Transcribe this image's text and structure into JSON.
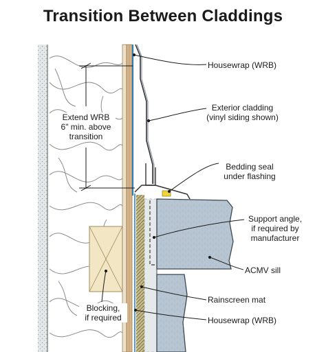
{
  "title": "Transition Between Claddings",
  "labels": {
    "housewrap_top": "Housewrap (WRB)",
    "exterior_cladding_1": "Exterior cladding",
    "exterior_cladding_2": "(vinyl siding shown)",
    "extend_wrb_1": "Extend WRB",
    "extend_wrb_2": "6\" min. above",
    "extend_wrb_3": "transition",
    "bedding_seal_1": "Bedding seal",
    "bedding_seal_2": "under flashing",
    "support_angle_1": "Support angle,",
    "support_angle_2": "if required by",
    "support_angle_3": "manufacturer",
    "acmv_sill": "ACMV sill",
    "rainscreen_mat": "Rainscreen mat",
    "housewrap_bottom": "Housewrap (WRB)",
    "blocking_1": "Blocking,",
    "blocking_2": "if required"
  },
  "colors": {
    "gypsum": "#dfe3e4",
    "insulation_outline": "#8a8a8a",
    "sheathing": "#d8b58a",
    "wrb": "#2c7fb8",
    "siding": "#c9d3dc",
    "stone": "#b9c7d2",
    "blocking": "#f2e4c0",
    "bedding_seal": "#f0d43a",
    "rainscreen": "#b8ab7a",
    "leader": "#1a1a1a"
  }
}
